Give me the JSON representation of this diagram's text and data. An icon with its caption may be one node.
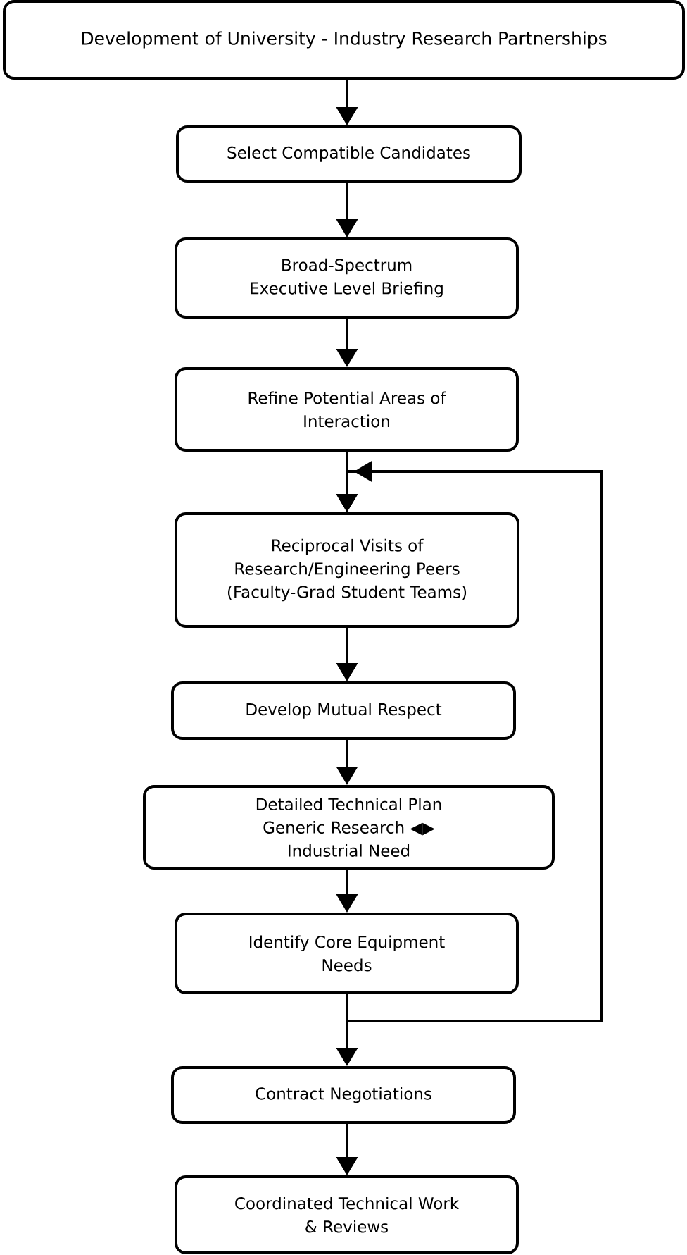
{
  "diagram": {
    "nodes": [
      {
        "text": [
          "Development of University - Industry Research Partnerships"
        ]
      },
      {
        "text": [
          "Select Compatible Candidates"
        ]
      },
      {
        "text": [
          "Broad-Spectrum Executive Level Briefing"
        ]
      },
      {
        "text": [
          "Refine Potential Areas of Interaction"
        ]
      },
      {
        "text": [
          "Reciprocal Visits of Research/Engineering Peers (Faculty-Grad Student Teams)"
        ]
      },
      {
        "text": [
          "Develop Mutual Respect"
        ]
      },
      {
        "text": [
          "Detailed Technical Plan Generic Research ◀▶ Industrial Need"
        ]
      },
      {
        "text": [
          "Identify Core Equipment Needs"
        ]
      },
      {
        "text": [
          "Contract Negotiations"
        ]
      },
      {
        "text": [
          "Coordinated Technical Work & Reviews"
        ]
      }
    ],
    "edges": [
      {
        "from": 0,
        "to": 1,
        "arrow": "to"
      },
      {
        "from": 1,
        "to": 2,
        "arrow": "to"
      },
      {
        "from": 2,
        "to": 3,
        "arrow": "to"
      },
      {
        "from": 3,
        "to": 4,
        "arrow": "to"
      },
      {
        "from": 4,
        "to": 5,
        "arrow": "to"
      },
      {
        "from": 5,
        "to": 6,
        "arrow": "to"
      },
      {
        "from": 6,
        "to": 7,
        "arrow": "to"
      },
      {
        "from": 7,
        "to": 8,
        "arrow": "to"
      },
      {
        "from": 8,
        "to": 9,
        "arrow": "to"
      },
      {
        "from": 7,
        "to": 4,
        "arrow": "to"
      }
    ]
  }
}
